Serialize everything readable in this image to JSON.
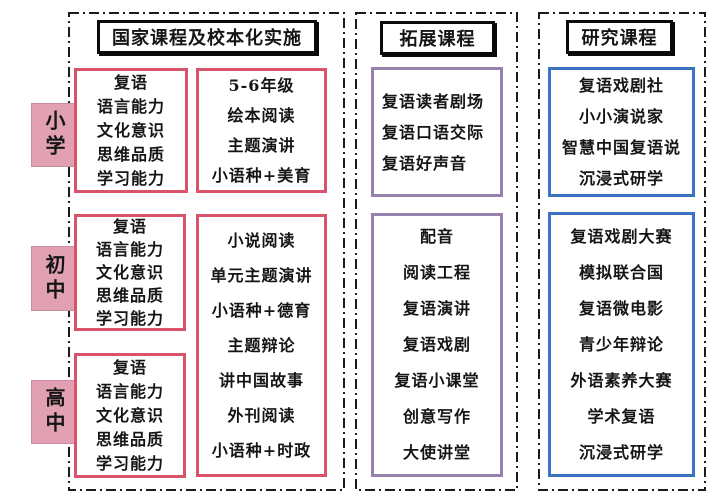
{
  "colors": {
    "red_border": "#d9546b",
    "purple_border": "#9782ae",
    "blue_border": "#3b72c2",
    "stage_label_pink": "#e2a1b3",
    "outline_black": "#1b1b1b"
  },
  "stage_labels": [
    {
      "label": "小学"
    },
    {
      "label": "初中"
    },
    {
      "label": "高中"
    }
  ],
  "columns": [
    {
      "header": "国家课程及校本化实施",
      "boxes": [
        {
          "lines": [
            "复语",
            "语言能力",
            "文化意识",
            "思维品质",
            "学习能力"
          ]
        },
        {
          "lines": [
            "5-6年级",
            "绘本阅读",
            "主题演讲",
            "小语种+美育"
          ]
        },
        {
          "lines": [
            "复语",
            "语言能力",
            "文化意识",
            "思维品质",
            "学习能力"
          ]
        },
        {
          "lines": [
            "小说阅读",
            "单元主题演讲",
            "小语种+德育",
            "主题辩论",
            "讲中国故事",
            "外刊阅读",
            "小语种+时政"
          ]
        },
        {
          "lines": [
            "复语",
            "语言能力",
            "文化意识",
            "思维品质",
            "学习能力"
          ]
        }
      ]
    },
    {
      "header": "拓展课程",
      "boxes": [
        {
          "lines": [
            "复语读者剧场",
            "复语口语交际",
            "复语好声音"
          ]
        },
        {
          "lines": [
            "配音",
            "阅读工程",
            "复语演讲",
            "复语戏剧",
            "复语小课堂",
            "创意写作",
            "大使讲堂"
          ]
        }
      ]
    },
    {
      "header": "研究课程",
      "boxes": [
        {
          "lines": [
            "复语戏剧社",
            "小小演说家",
            "智慧中国复语说",
            "沉浸式研学"
          ]
        },
        {
          "lines": [
            "复语戏剧大赛",
            "模拟联合国",
            "复语微电影",
            "青少年辩论",
            "外语素养大赛",
            "学术复语",
            "沉浸式研学"
          ]
        }
      ]
    }
  ]
}
